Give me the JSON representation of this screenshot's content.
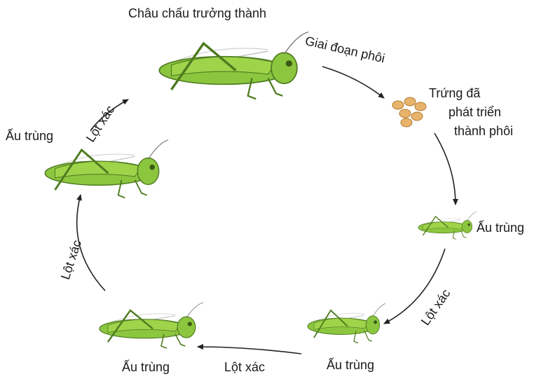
{
  "labels": {
    "adult": "Châu chấu trưởng thành",
    "embryo_stage": "Giai đoạn phôi",
    "eggs": [
      "Trứng đã",
      "phát triển",
      "thành phôi"
    ],
    "nymph_right": "Ấu trùng",
    "molt_right": "Lột xác",
    "nymph_bottom_right": "Ấu trùng",
    "molt_bottom": "Lột xác",
    "nymph_bottom_left": "Ấu trùng",
    "molt_left": "Lột xác",
    "nymph_left": "Ấu trùng",
    "molt_top_left": "Lột xác"
  },
  "colors": {
    "grasshopper_body": "#8cc63f",
    "grasshopper_dark": "#4d7a1f",
    "egg": "#e8b36a",
    "arrow": "#222222"
  }
}
